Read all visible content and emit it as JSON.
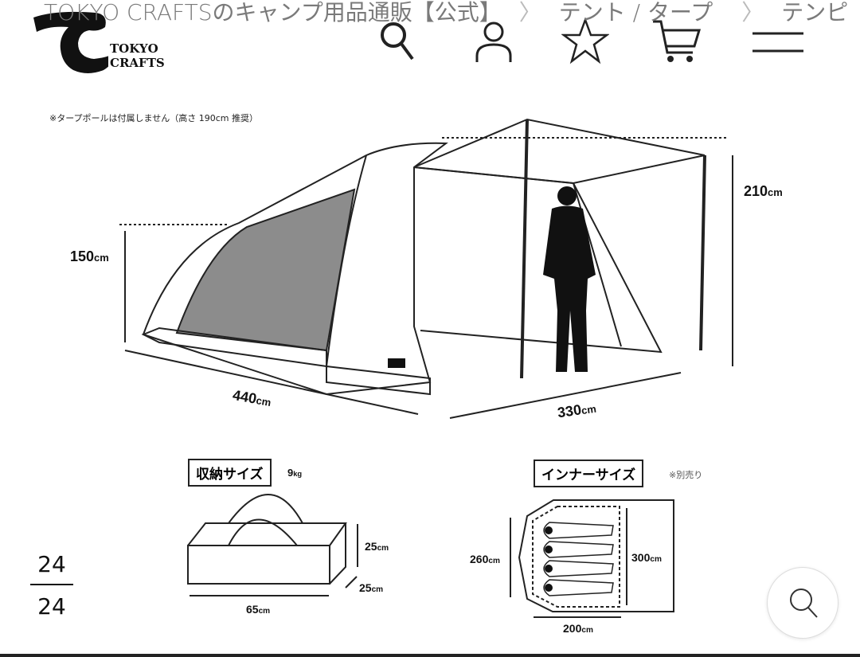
{
  "breadcrumb": [
    "TOKYO CRAFTSのキャンプ用品通販【公式】",
    "テント / タープ",
    "テンピ"
  ],
  "logo": {
    "text": "TOKYO CRAFTS"
  },
  "header_icons": [
    "search-icon",
    "account-icon",
    "favorite-star-icon",
    "cart-icon",
    "menu-icon"
  ],
  "diagram": {
    "note": "※タープポールは付属しません（高さ 190cm 推奨）",
    "height_front": "150",
    "height_tarp": "210",
    "length": "440",
    "width": "330",
    "unit": "cm",
    "storage": {
      "title": "収納サイズ",
      "weight": "9",
      "weight_unit": "kg",
      "h": "25",
      "d": "25",
      "w": "65"
    },
    "inner": {
      "title": "インナーサイズ",
      "note": "※別売り",
      "a": "260",
      "b": "300",
      "c": "200"
    }
  },
  "pager": {
    "current": "24",
    "total": "24"
  }
}
